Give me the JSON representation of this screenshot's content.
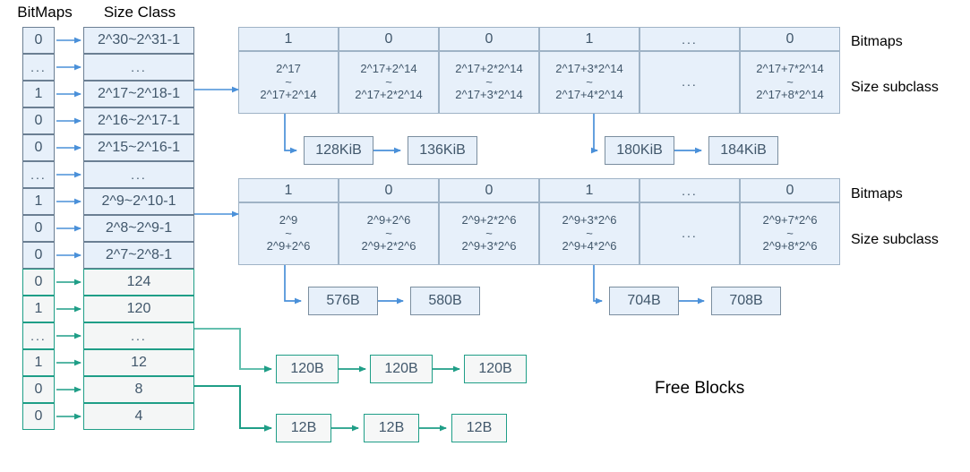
{
  "headers": {
    "bitmaps": "BitMaps",
    "size_class": "Size Class"
  },
  "side_labels": {
    "bitmaps": "Bitmaps",
    "size_subclass": "Size subclass"
  },
  "free_blocks_label": "Free Blocks",
  "colors": {
    "blue_fill": "#e7f0fa",
    "blue_border": "#6b7f93",
    "blue_arrow": "#4a90d9",
    "green_border": "#1f9e87",
    "green_arrow": "#1f9e87",
    "green_fill": "#f4f6f6",
    "text": "#41576b"
  },
  "size_class_column": {
    "rows": [
      {
        "bit": "0",
        "label": "2^30~2^31-1",
        "style": "blue"
      },
      {
        "bit": "...",
        "label": "...",
        "style": "blue"
      },
      {
        "bit": "1",
        "label": "2^17~2^18-1",
        "style": "blue"
      },
      {
        "bit": "0",
        "label": "2^16~2^17-1",
        "style": "blue"
      },
      {
        "bit": "0",
        "label": "2^15~2^16-1",
        "style": "blue"
      },
      {
        "bit": "...",
        "label": "...",
        "style": "blue"
      },
      {
        "bit": "1",
        "label": "2^9~2^10-1",
        "style": "blue"
      },
      {
        "bit": "0",
        "label": "2^8~2^9-1",
        "style": "blue"
      },
      {
        "bit": "0",
        "label": "2^7~2^8-1",
        "style": "blue"
      },
      {
        "bit": "0",
        "label": "124",
        "style": "green"
      },
      {
        "bit": "1",
        "label": "120",
        "style": "green"
      },
      {
        "bit": "...",
        "label": "...",
        "style": "green"
      },
      {
        "bit": "1",
        "label": "12",
        "style": "green"
      },
      {
        "bit": "0",
        "label": "8",
        "style": "green"
      },
      {
        "bit": "0",
        "label": "4",
        "style": "green"
      }
    ]
  },
  "subclass_table_large": {
    "bitmaps": [
      "1",
      "0",
      "0",
      "1",
      "...",
      "0"
    ],
    "ranges": [
      {
        "from": "2^17",
        "to": "2^17+2^14"
      },
      {
        "from": "2^17+2^14",
        "to": "2^17+2*2^14"
      },
      {
        "from": "2^17+2*2^14",
        "to": "2^17+3*2^14"
      },
      {
        "from": "2^17+3*2^14",
        "to": "2^17+4*2^14"
      },
      {
        "from": "...",
        "to": ""
      },
      {
        "from": "2^17+7*2^14",
        "to": "2^17+8*2^14"
      }
    ],
    "tilde": "~"
  },
  "subclass_table_small": {
    "bitmaps": [
      "1",
      "0",
      "0",
      "1",
      "...",
      "0"
    ],
    "ranges": [
      {
        "from": "2^9",
        "to": "2^9+2^6"
      },
      {
        "from": "2^9+2^6",
        "to": "2^9+2*2^6"
      },
      {
        "from": "2^9+2*2^6",
        "to": "2^9+3*2^6"
      },
      {
        "from": "2^9+3*2^6",
        "to": "2^9+4*2^6"
      },
      {
        "from": "...",
        "to": ""
      },
      {
        "from": "2^9+7*2^6",
        "to": "2^9+8*2^6"
      }
    ],
    "tilde": "~"
  },
  "free_lists": {
    "large_left": [
      "128KiB",
      "136KiB"
    ],
    "large_right": [
      "180KiB",
      "184KiB"
    ],
    "small_left": [
      "576B",
      "580B"
    ],
    "small_right": [
      "704B",
      "708B"
    ],
    "blocks_120": [
      "120B",
      "120B",
      "120B"
    ],
    "blocks_12": [
      "12B",
      "12B",
      "12B"
    ]
  }
}
